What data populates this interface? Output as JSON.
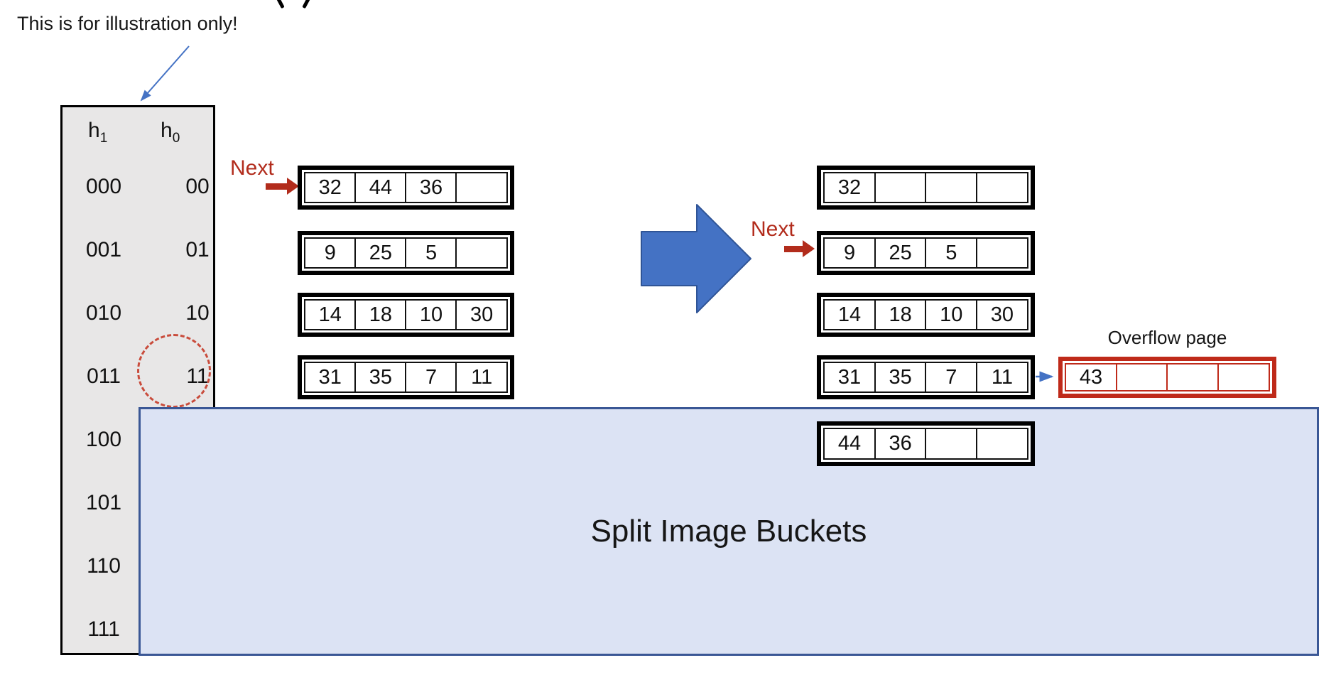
{
  "page": {
    "annotation": "This is for illustration only!"
  },
  "directory": {
    "header_h1": {
      "base": "h",
      "sub": "1"
    },
    "header_h0": {
      "base": "h",
      "sub": "0"
    },
    "rows": [
      {
        "h1": "000",
        "h0": "00"
      },
      {
        "h1": "001",
        "h0": "01"
      },
      {
        "h1": "010",
        "h0": "10"
      },
      {
        "h1": "011",
        "h0": "11"
      },
      {
        "h1": "100",
        "h0": ""
      },
      {
        "h1": "101",
        "h0": ""
      },
      {
        "h1": "110",
        "h0": ""
      },
      {
        "h1": "111",
        "h0": ""
      }
    ]
  },
  "labels": {
    "next_before": "Next",
    "next_after": "Next",
    "overflow": "Overflow page",
    "split_box": "Split Image Buckets"
  },
  "buckets_before": [
    {
      "cells": [
        "32",
        "44",
        "36",
        ""
      ]
    },
    {
      "cells": [
        "9",
        "25",
        "5",
        ""
      ]
    },
    {
      "cells": [
        "14",
        "18",
        "10",
        "30"
      ]
    },
    {
      "cells": [
        "31",
        "35",
        "7",
        "11"
      ]
    }
  ],
  "buckets_after": [
    {
      "cells": [
        "32",
        "",
        "",
        ""
      ]
    },
    {
      "cells": [
        "9",
        "25",
        "5",
        ""
      ]
    },
    {
      "cells": [
        "14",
        "18",
        "10",
        "30"
      ]
    },
    {
      "cells": [
        "31",
        "35",
        "7",
        "11"
      ]
    },
    {
      "cells": [
        "44",
        "36",
        "",
        ""
      ]
    }
  ],
  "overflow_page": {
    "cells": [
      "43",
      "",
      "",
      ""
    ]
  },
  "colors": {
    "next_red": "#b22c1c",
    "overflow_red": "#bf2a1a",
    "dashed_circle_red": "#c94c3c",
    "big_arrow_blue": "#4472c4",
    "big_arrow_border": "#2f5496",
    "split_box_fill": "#dce3f4",
    "split_box_border": "#3a5795",
    "directory_fill": "#e8e7e7"
  }
}
